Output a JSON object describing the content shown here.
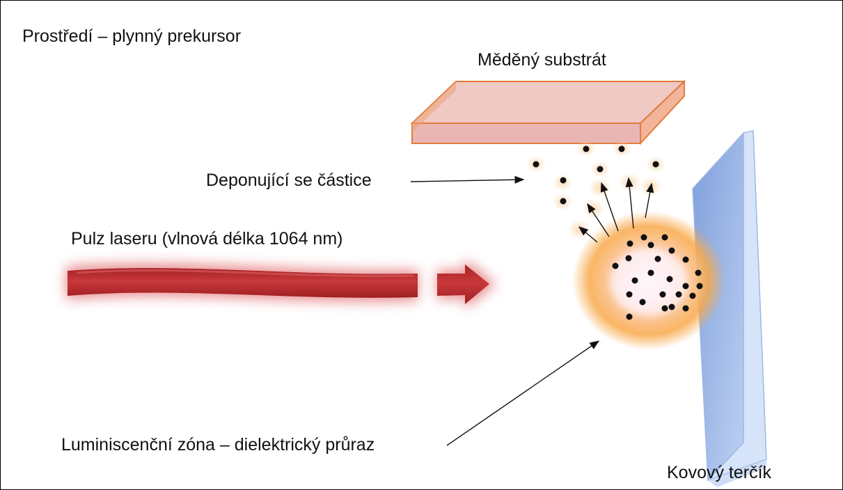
{
  "labels": {
    "environment": "Prostředí – plynný prekursor",
    "substrate": "Měděný substrát",
    "particles": "Deponující se částice",
    "laser": "Pulz laseru (vlnová délka 1064 nm)",
    "zone": "Luminiscenční zóna – dielektrický průraz",
    "target": "Kovový terčík"
  },
  "colors": {
    "laser": "#b5282a",
    "laser_glow": "#e37a7c",
    "substrate_face": "#eab5b5",
    "substrate_edge": "#e07a3a",
    "target_face": "#92abe0",
    "target_edge": "#b9d0f4",
    "plasma_core": "#ffffff",
    "plasma_mid": "#fbd2a4",
    "plasma_outer": "#f7a23d",
    "particle": "#111111"
  }
}
